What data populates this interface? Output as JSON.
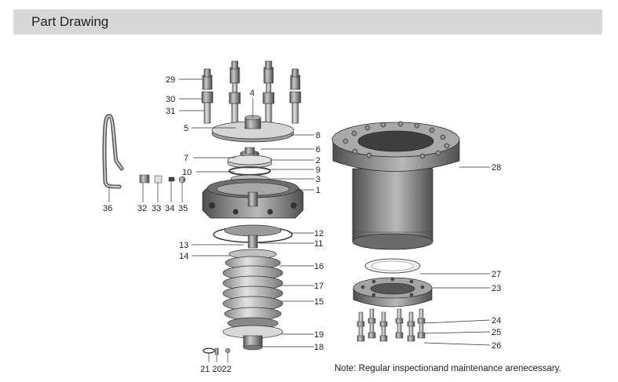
{
  "header": {
    "title": "Part Drawing"
  },
  "note": "Note: Regular inspectionand maintenance arenecessary.",
  "callouts": {
    "c1": "1",
    "c2": "2",
    "c3": "3",
    "c4": "4",
    "c5": "5",
    "c6": "6",
    "c7": "7",
    "c8": "8",
    "c9": "9",
    "c10": "10",
    "c11": "11",
    "c12": "12",
    "c13": "13",
    "c14": "14",
    "c15": "15",
    "c16": "16",
    "c17": "17",
    "c18": "18",
    "c19": "19",
    "c23": "23",
    "c24": "24",
    "c25": "25",
    "c26": "26",
    "c27": "27",
    "c28": "28",
    "c29": "29",
    "c30": "30",
    "c31": "31",
    "c32": "32",
    "c33": "33",
    "c34": "34",
    "c35": "35",
    "c36": "36",
    "c21_20_22": "21 2022"
  }
}
